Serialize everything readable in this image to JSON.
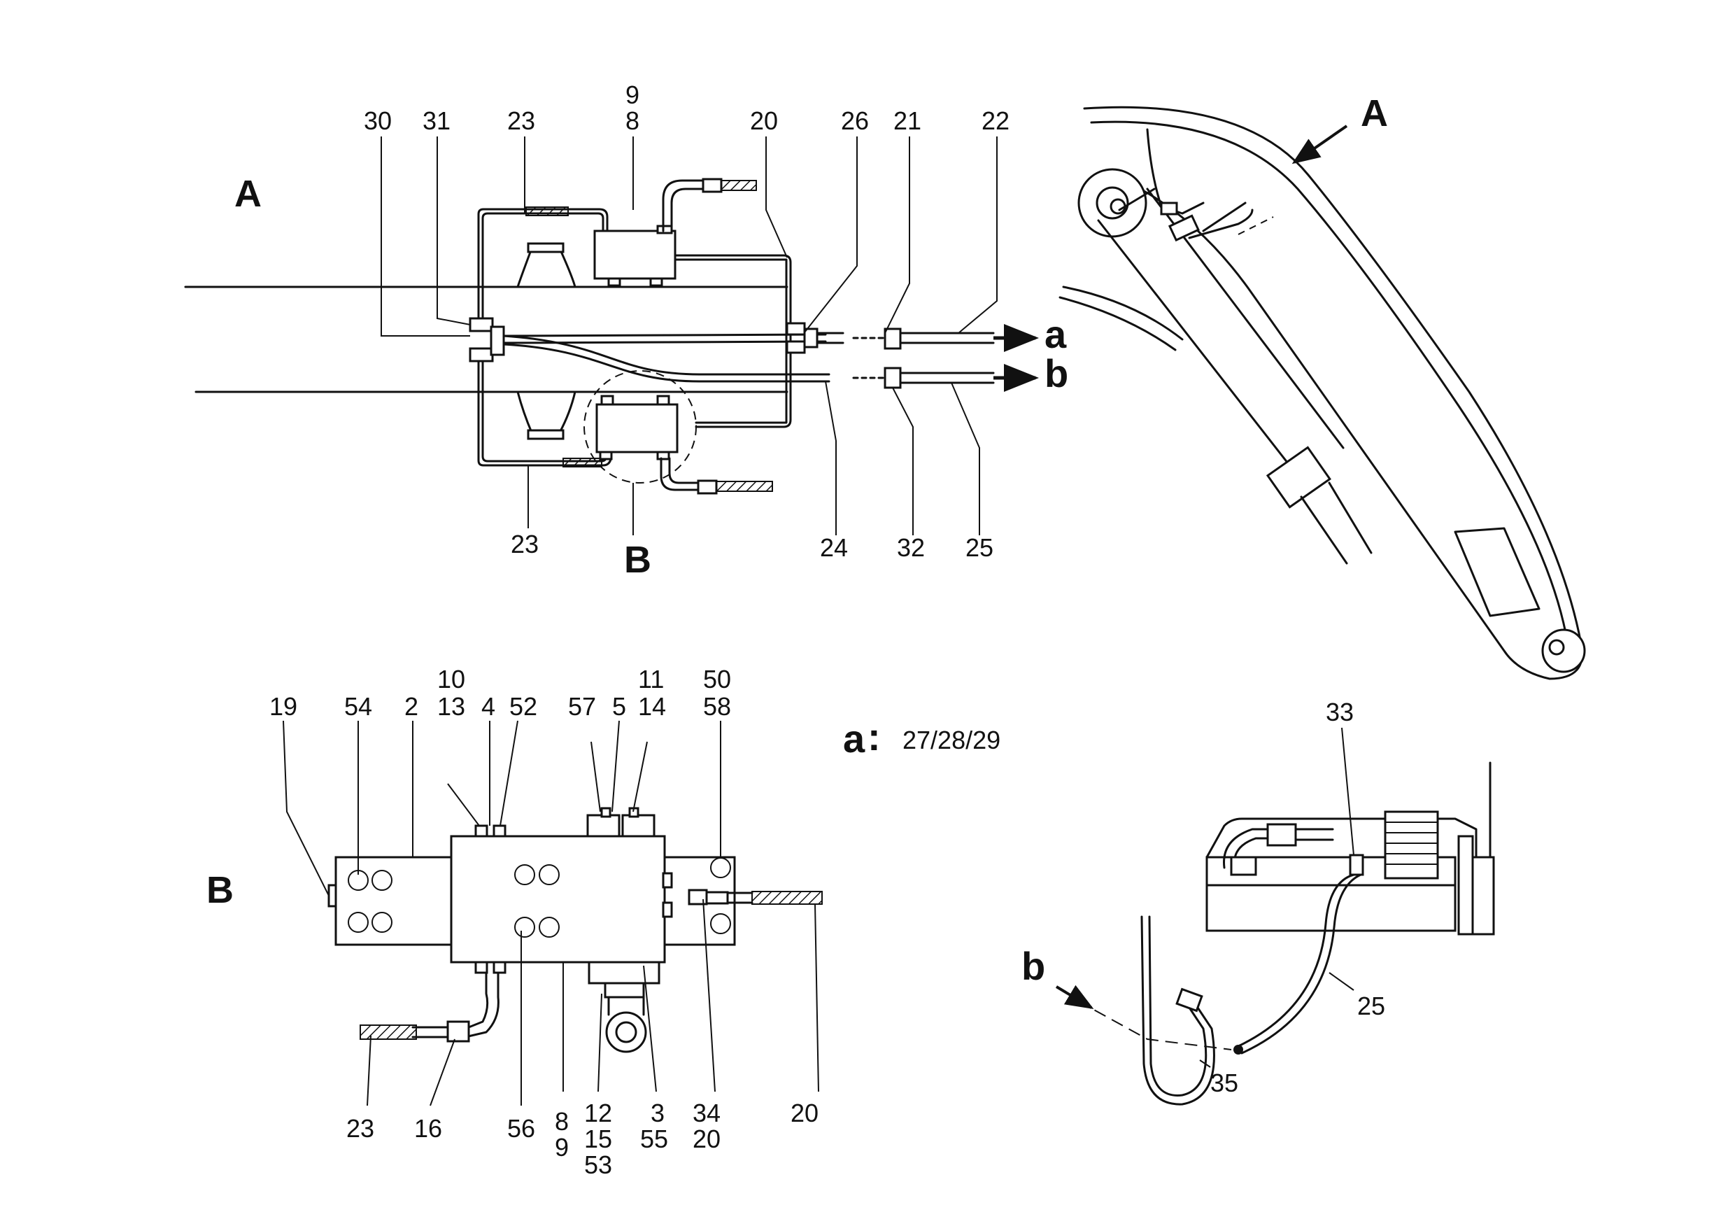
{
  "views": {
    "top_left": {
      "label": "A"
    },
    "boom": {
      "label": "A"
    },
    "detail": {
      "label": "B"
    },
    "detail_circle": {
      "label": "B"
    },
    "tank": {
      "label": "b"
    }
  },
  "outlets": {
    "a": "a",
    "b": "b"
  },
  "legend": {
    "prefix": "a",
    "sep": ":",
    "values": "27/28/29"
  },
  "callouts_top": {
    "c30": "30",
    "c31": "31",
    "c23a": "23",
    "c9": "9",
    "c8": "8",
    "c20": "20",
    "c26": "26",
    "c21": "21",
    "c22": "22",
    "c23b": "23",
    "c24": "24",
    "c32": "32",
    "c25": "25"
  },
  "callouts_detail": {
    "c19": "19",
    "c54": "54",
    "c2": "2",
    "c10": "10",
    "c13": "13",
    "c4": "4",
    "c52": "52",
    "c57": "57",
    "c5": "5",
    "c11": "11",
    "c14": "14",
    "c50": "50",
    "c58": "58",
    "c23": "23",
    "c16": "16",
    "c56": "56",
    "c8": "8",
    "c9": "9",
    "c12": "12",
    "c15": "15",
    "c53": "53",
    "c3": "3",
    "c55": "55",
    "c34": "34",
    "c20a": "20",
    "c20b": "20"
  },
  "callouts_tank": {
    "c33": "33",
    "c25": "25",
    "c35": "35"
  }
}
